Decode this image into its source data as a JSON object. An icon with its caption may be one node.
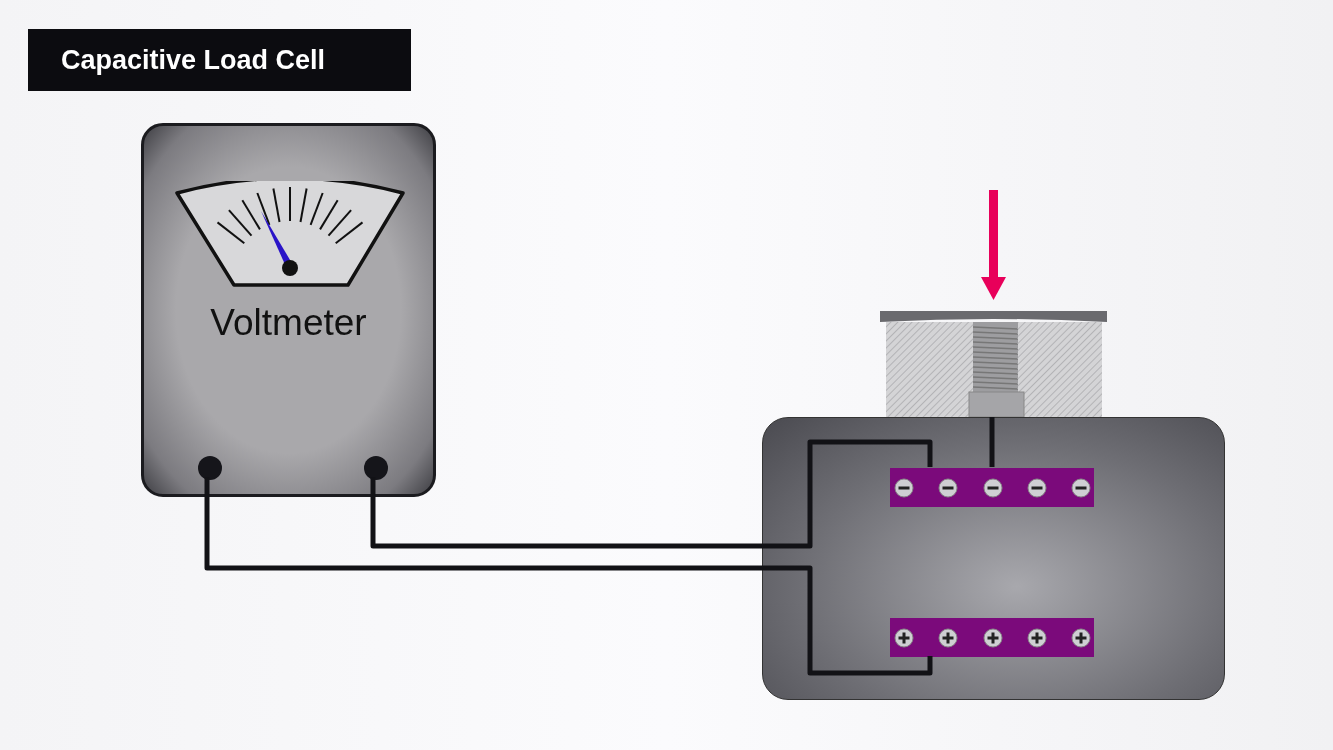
{
  "diagram": {
    "title": "Capacitive Load Cell",
    "nodes": [
      {
        "text": [
          "Voltmeter"
        ]
      },
      {
        "text": [],
        "shape": "circle",
        "in": 0
      },
      {
        "text": [],
        "shape": "circle",
        "in": 0
      },
      {
        "text": [],
        "shape": "box"
      },
      {
        "text": [],
        "shape": "bar",
        "in": 3
      },
      {
        "text": [],
        "shape": "bar",
        "in": 3
      },
      {
        "text": [],
        "shape": "picture"
      }
    ],
    "edges": [
      {
        "from": 2,
        "to": 4,
        "arrow": "none"
      },
      {
        "from": 1,
        "to": 5,
        "arrow": "none"
      },
      {
        "from": 6,
        "to": 4,
        "arrow": "none"
      }
    ]
  }
}
